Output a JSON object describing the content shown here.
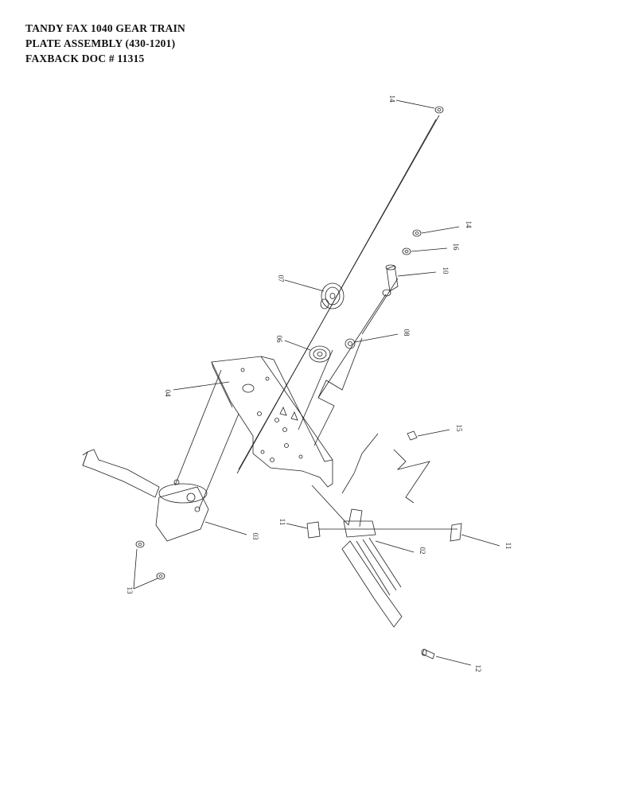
{
  "header": {
    "line1": "TANDY FAX 1040 GEAR TRAIN",
    "line2": "PLATE ASSEMBLY  (430-1201)",
    "line3": "FAXBACK DOC # 11315"
  },
  "callouts": {
    "c14a": "14",
    "c14b": "14",
    "c16": "16",
    "c10": "10",
    "c07": "07",
    "c06": "06",
    "c08": "08",
    "c04": "04",
    "c15": "15",
    "c03": "03",
    "c11a": "11",
    "c11b": "11",
    "c02": "02",
    "c13": "13",
    "c12": "12"
  }
}
